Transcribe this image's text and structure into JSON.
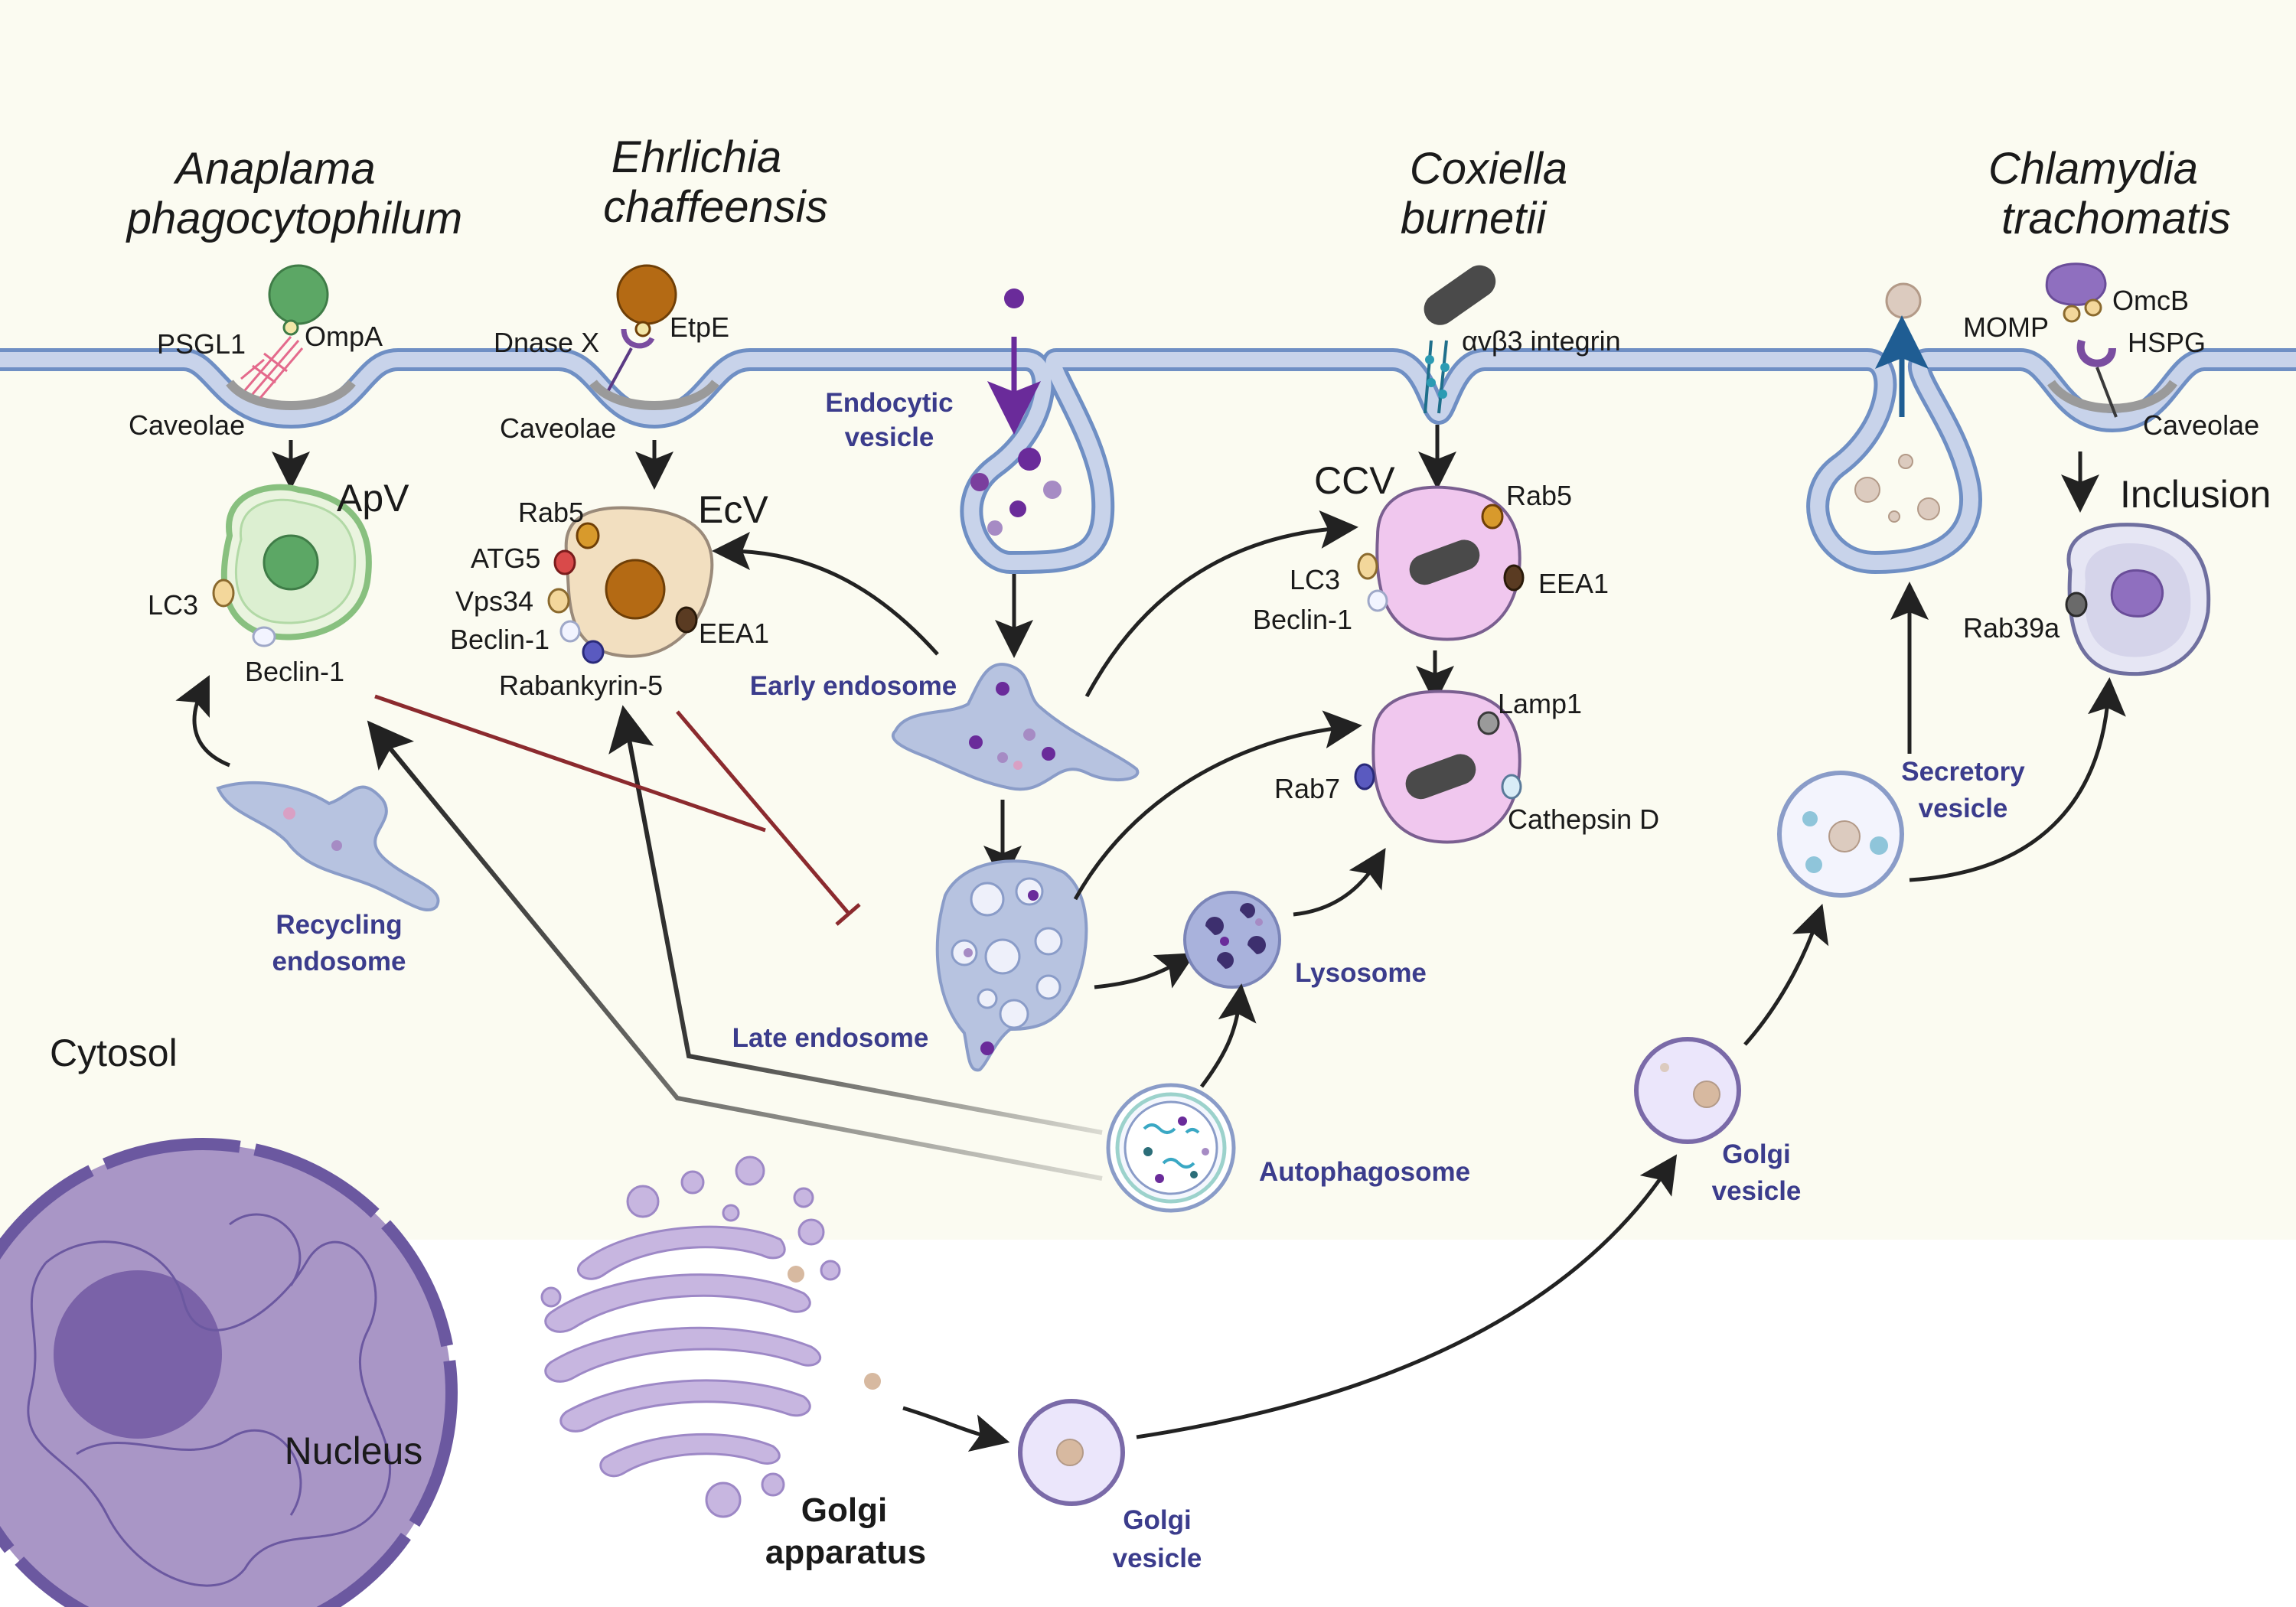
{
  "colors": {
    "cytosol_bg": "#fbfbf1",
    "membrane_fill": "#c8d3ea",
    "membrane_stroke": "#6f8fc4",
    "arrow_black": "#222222",
    "inhibit_red": "#8b2a2e",
    "blue_label": "#3b3c8c",
    "nucleus": "#a996c6",
    "nucleus_envelope": "#6b58a0",
    "golgi": "#c7b6e0"
  },
  "pathogens": {
    "anaplasma": {
      "title_line1": "Anaplama",
      "title_line2": "phagocytophilum",
      "receptor": "PSGL1",
      "adhesin": "OmpA",
      "entry": "Caveolae",
      "vacuole": "ApV",
      "markers": [
        "LC3",
        "Beclin-1"
      ]
    },
    "ehrlichia": {
      "title_line1": "Ehrlichia",
      "title_line2": "chaffeensis",
      "receptor": "Dnase X",
      "adhesin": "EtpE",
      "entry": "Caveolae",
      "vacuole": "EcV",
      "markers": [
        "Rab5",
        "ATG5",
        "Vps34",
        "Beclin-1",
        "Rabankyrin-5",
        "EEA1"
      ]
    },
    "coxiella": {
      "title_line1": "Coxiella",
      "title_line2": "burnetii",
      "receptor": "αvβ3 integrin",
      "vacuole": "CCV",
      "markers_early": [
        "Rab5",
        "LC3",
        "Beclin-1",
        "EEA1"
      ],
      "markers_late": [
        "Lamp1",
        "Rab7",
        "Cathepsin D"
      ]
    },
    "chlamydia": {
      "title_line1": "Chlamydia",
      "title_line2": "trachomatis",
      "adhesin": "MOMP",
      "adhesin2": "OmcB",
      "receptor": "HSPG",
      "entry": "Caveolae",
      "vacuole": "Inclusion",
      "markers": [
        "Rab39a"
      ]
    }
  },
  "compartments": {
    "endocytic_vesicle_l1": "Endocytic",
    "endocytic_vesicle_l2": "vesicle",
    "early_endosome": "Early endosome",
    "recycling_endosome_l1": "Recycling",
    "recycling_endosome_l2": "endosome",
    "late_endosome": "Late endosome",
    "lysosome": "Lysosome",
    "autophagosome": "Autophagosome",
    "golgi_vesicle_l1": "Golgi",
    "golgi_vesicle_l2": "vesicle",
    "secretory_vesicle_l1": "Secretory",
    "secretory_vesicle_l2": "vesicle",
    "golgi_apparatus_l1": "Golgi",
    "golgi_apparatus_l2": "apparatus",
    "cytosol": "Cytosol",
    "nucleus": "Nucleus"
  }
}
